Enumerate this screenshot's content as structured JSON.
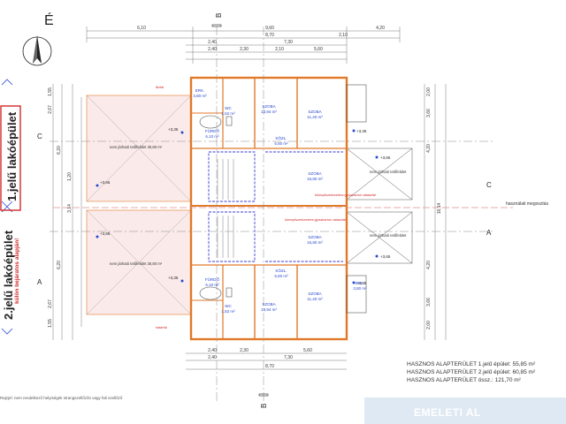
{
  "north_letter": "É",
  "section_tags": {
    "b_top": "B",
    "b_bottom": "B",
    "c_left": "C",
    "c_right": "C",
    "a_left": "A",
    "a_right": "A"
  },
  "building_labels": {
    "first": "1.jelű lakóépület",
    "second": "2.jelű lakóépület",
    "second_note": "külön bejáratos alapján!"
  },
  "top_dims_row1": [
    "6,10",
    "9,60",
    "4,20"
  ],
  "top_dims_row2": [
    "8,70",
    "2,10"
  ],
  "top_dims_row3": [
    "2,40",
    "7,30"
  ],
  "top_dims_row4": [
    "2,40",
    "2,30",
    "2,10",
    "5,60"
  ],
  "bottom_dims_row1": [
    "2,40",
    "2,30",
    "5,60"
  ],
  "bottom_dims_row2": [
    "2,40",
    "7,30"
  ],
  "bottom_dims_row3": [
    "8,70"
  ],
  "left_dims": [
    "1,55",
    "2,67",
    "6,20",
    "1,20",
    "3,14",
    "6,20",
    "2,67",
    "1,55"
  ],
  "right_dims": [
    "2,00",
    "3,66",
    "4,20",
    "16,14",
    "4,20",
    "3,66",
    "2,00"
  ],
  "rooms": [
    {
      "name": "SZOBA",
      "area": "13,94 m²"
    },
    {
      "name": "SZOBA",
      "area": "11,40 m²"
    },
    {
      "name": "FÜRDŐ",
      "area": "6,10 m²"
    },
    {
      "name": "WC",
      "area": "1,52 m²"
    },
    {
      "name": "KÖZL.",
      "area": "5,60 m²"
    },
    {
      "name": "SZOBA",
      "area": "16,80 m²"
    },
    {
      "name": "SZOBA",
      "area": "16,80 m²"
    },
    {
      "name": "KÖZL.",
      "area": "5,60 m²"
    },
    {
      "name": "WC",
      "area": "1,52 m²"
    },
    {
      "name": "FÜRDŐ",
      "area": "6,10 m²"
    },
    {
      "name": "SZOBA",
      "area": "11,40 m²"
    },
    {
      "name": "SZOBA",
      "area": "13,94 m²"
    },
    {
      "name": "ERK.",
      "area": "3,80 m²"
    },
    {
      "name": "ERK.",
      "area": "3,80 m²"
    }
  ],
  "roof_notes": {
    "left_top": "nem járható tetőfelület 30,80 m²",
    "left_bottom": "nem járható tetőfelület 30,80 m²",
    "right_top": "nem járható tetőfelület",
    "right_bottom": "nem járható tetőfelület"
  },
  "partition_notes": [
    "tűzfal",
    "határfal",
    "könnyűszerkezetes gipszkarton válaszfal",
    "könnyűszerkezetes gipszkarton válaszfal"
  ],
  "levels": [
    "+3,35",
    "+3,35",
    "+3,65",
    "+3,65",
    "+3,35",
    "+3,35",
    "+3,65",
    "+3,65"
  ],
  "property_line_label": "használati megosztás",
  "area_summary": [
    "HASZNOS ALAPTERÜLET 1.jelű épület: 55,85 m²",
    "HASZNOS ALAPTERÜLET 2.jelű épület: 60,85 m²",
    "HASZNOS ALAPTERÜLET össz.: 121,70 m²"
  ],
  "footnote": "Rajzjel: nem rendelkező helyiségek strangszellőzőn vagy fali szellőző",
  "sheet_title": "EMELETI AL",
  "colors": {
    "wall": "#e07a2a",
    "partition_blue": "#3a3ad0",
    "line": "#555555",
    "pink_hatch": "#f2c6c6",
    "red_frame": "#d22a2a",
    "blue_markers": "#2a4ad0",
    "title_band": "#dfe9f3"
  }
}
